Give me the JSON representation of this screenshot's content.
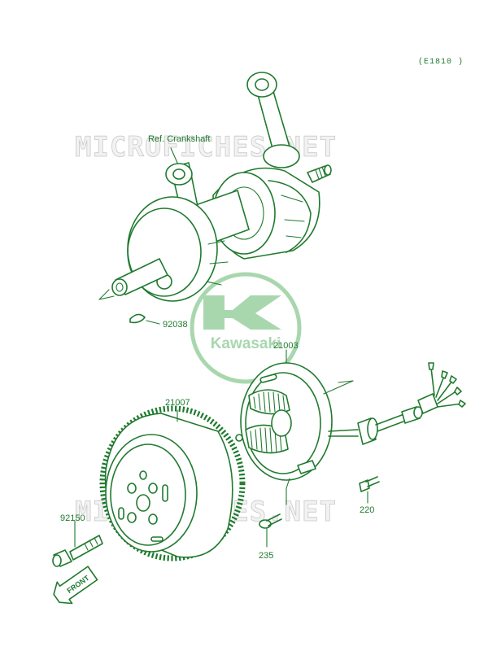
{
  "diagram_code": "(E1810 )",
  "colors": {
    "ink": "#1f7a2e",
    "logo": "#9fd3a6",
    "watermark": "#cfcfcf"
  },
  "watermark_text": "MICROFICHES.NET",
  "logo": {
    "brand": "Kawasaki"
  },
  "front_label": "FRONT",
  "callouts": {
    "ref_crankshaft": "Ref. Crankshaft",
    "p92038": "92038",
    "p21003": "21003",
    "p21007": "21007",
    "p92150": "92150",
    "p220": "220",
    "p235": "235"
  }
}
